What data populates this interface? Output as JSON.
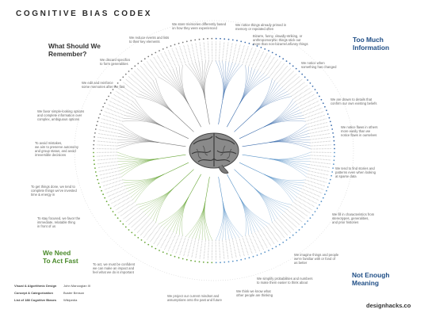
{
  "title": "COGNITIVE BIAS CODEX",
  "quadrants": {
    "remember": [
      "What Should We",
      "Remember?"
    ],
    "info": [
      "Too Much",
      "Information"
    ],
    "fast": [
      "We Need",
      "To Act Fast"
    ],
    "meaning": [
      "Not Enough",
      "Meaning"
    ]
  },
  "notes": {
    "n1": [
      "We store memories differently based",
      "on how they were experienced"
    ],
    "n2": [
      "We reduce events and lists",
      "to their key elements"
    ],
    "n3": [
      "We discard specifics",
      "to form generalities"
    ],
    "n4": [
      "We edit and reinforce",
      "some memories after the fact"
    ],
    "n5": [
      "We favor simple-looking options",
      "and complete information over",
      "complex, ambiguous options"
    ],
    "n6": [
      "To avoid mistakes,",
      "we aim to preserve autonomy",
      "and group status, and avoid",
      "irreversible decisions"
    ],
    "n7": [
      "To get things done, we tend to",
      "complete things we've invested",
      "time & energy in"
    ],
    "n8": [
      "To stay focused, we favor the",
      "immediate, relatable thing",
      "in front of us"
    ],
    "n9": [
      "To act, we must be confident",
      "we can make an impact and",
      "feel what we do is important"
    ],
    "n10": [
      "We project our current mindset and",
      "assumptions onto the past and future"
    ],
    "n11": [
      "We think we know what",
      "other people are thinking"
    ],
    "n12": [
      "We simplify probabilities and numbers",
      "to make them easier to think about"
    ],
    "n13": [
      "We imagine things and people",
      "we're familiar with or fond of",
      "as better"
    ],
    "n14": [
      "We fill in characteristics from",
      "stereotypes, generalities,",
      "and prior histories"
    ],
    "n15": [
      "We tend to find stories and",
      "patterns even when looking",
      "at sparse data"
    ],
    "n16": [
      "We notice flaws in others",
      "more easily than we",
      "notice flaws in ourselves"
    ],
    "n17": [
      "We are drawn to details that",
      "confirm our own existing beliefs"
    ],
    "n18": [
      "We notice when",
      "something has changed"
    ],
    "n19": [
      "Bizarre, funny, visually-striking, or",
      "anthropomorphic things stick out",
      "more than non-bizarre/unfunny things"
    ],
    "n20": [
      "We notice things already primed in",
      "memory or repeated often"
    ]
  },
  "credits": [
    {
      "label": "Visual & Algorithmic Design",
      "value": "John Manoogian III"
    },
    {
      "label": "Concept & Categorization",
      "value": "Buster Benson"
    },
    {
      "label": "List of 188 Cognitive Biases",
      "value": "Wikipedia"
    }
  ],
  "logo": "designhacks.co",
  "colors": {
    "remember": "#7a7a7a",
    "info": "#3f6fae",
    "fast": "#6aa83a",
    "meaning": "#5c95c9",
    "brain": "#6d6d6d"
  },
  "icons": [
    "brain-icon"
  ]
}
